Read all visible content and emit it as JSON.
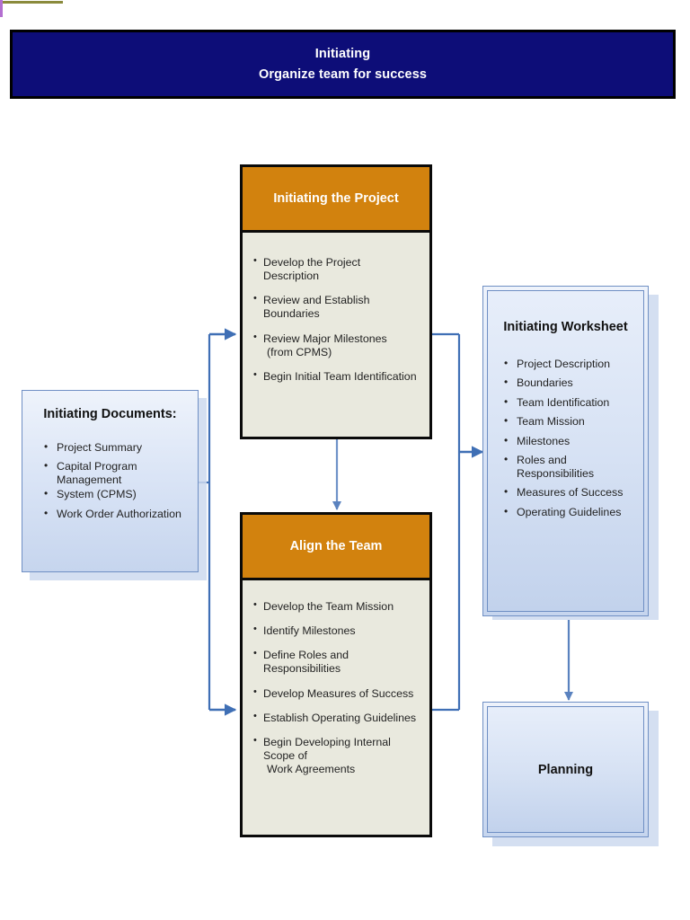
{
  "banner": {
    "line1": "Initiating",
    "line2": "Organize team for success"
  },
  "colors": {
    "banner_bg": "#0d0d78",
    "banner_border": "#000000",
    "banner_text": "#ffffff",
    "process_header_bg": "#d2820e",
    "process_body_bg": "#e9e9de",
    "process_border": "#0a0a0a",
    "blue_box_fill_top": "#eef3fb",
    "blue_box_fill_bottom": "#c6d5ee",
    "blue_box_border": "#6f8fc4",
    "connector": "#3f6fb5",
    "corner_olive": "#8a8a3c",
    "corner_purple": "#b36fd0"
  },
  "documents_box": {
    "title": "Initiating Documents:",
    "items": [
      "Project Summary",
      "Capital Program Management",
      "System (CPMS)",
      "Work Order Authorization"
    ],
    "bulleted": [
      true,
      true,
      false,
      true
    ]
  },
  "initiating_project_box": {
    "header": "Initiating the Project",
    "items": [
      {
        "text": "Develop the Project Description",
        "cont": ""
      },
      {
        "text": "Review and Establish Boundaries",
        "cont": ""
      },
      {
        "text": "Review Major Milestones",
        "cont": "(from CPMS)"
      },
      {
        "text": "Begin Initial Team Identification",
        "cont": ""
      }
    ]
  },
  "align_team_box": {
    "header": "Align the Team",
    "items": [
      {
        "text": "Develop the Team Mission",
        "cont": ""
      },
      {
        "text": "Identify Milestones",
        "cont": ""
      },
      {
        "text": "Define Roles and Responsibilities",
        "cont": ""
      },
      {
        "text": "Develop Measures of Success",
        "cont": ""
      },
      {
        "text": "Establish Operating Guidelines",
        "cont": ""
      },
      {
        "text": "Begin Developing Internal Scope of",
        "cont": "Work Agreements"
      }
    ]
  },
  "worksheet_box": {
    "title": "Initiating Worksheet",
    "items": [
      "Project Description",
      "Boundaries",
      "Team Identification",
      "Team Mission",
      "Milestones",
      "Roles and Responsibilities",
      "Measures of Success",
      "Operating Guidelines"
    ]
  },
  "planning_box": {
    "title": "Planning"
  },
  "connectors": [
    {
      "name": "documents-to-initiating-project",
      "type": "elbow-right-arrow"
    },
    {
      "name": "documents-to-align-team",
      "type": "elbow-right-arrow"
    },
    {
      "name": "initiating-project-to-align-team",
      "type": "vertical-arrow"
    },
    {
      "name": "initiating-project-to-worksheet",
      "type": "elbow-right-arrow"
    },
    {
      "name": "align-team-to-worksheet",
      "type": "elbow-right-arrow"
    },
    {
      "name": "worksheet-to-planning",
      "type": "vertical-arrow"
    }
  ]
}
